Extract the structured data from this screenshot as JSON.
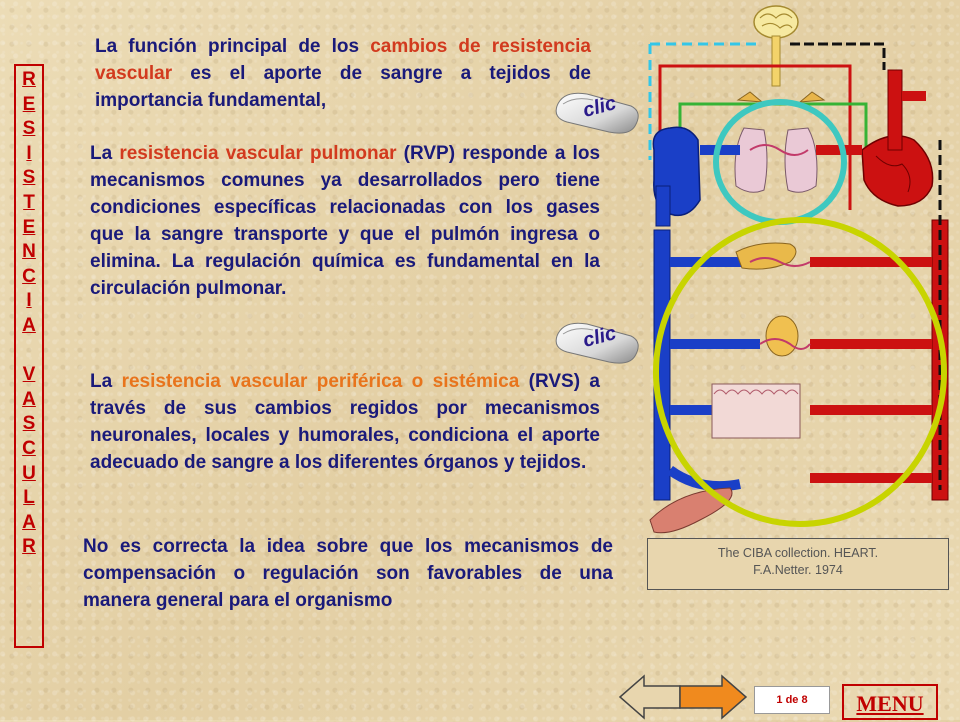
{
  "sidebar": {
    "letters": [
      "R",
      "E",
      "S",
      "I",
      "S",
      "T",
      "E",
      "N",
      "C",
      "I",
      "A",
      " ",
      "V",
      "A",
      "S",
      "C",
      "U",
      "L",
      "A",
      "R"
    ]
  },
  "paragraphs": {
    "p1": {
      "before": "La función principal de los ",
      "highlight": "cambios de resistencia vascular",
      "after": " es el aporte de sangre a tejidos de importancia fundamental,"
    },
    "p2": {
      "before": "La ",
      "highlight": "resistencia vascular pulmonar",
      "after": " (RVP) responde a los mecanismos comunes ya desarrollados pero tiene condiciones específicas relacionadas con los gases que la sangre transporte y que el pulmón ingresa o elimina. La regulación química es fundamental en la circulación pulmonar."
    },
    "p3": {
      "before": "La ",
      "highlight": "resistencia vascular periférica o sistémica",
      "after": " (RVS) a través de sus cambios regidos por mecanismos neuronales, locales y humorales, condiciona el aporte adecuado de sangre a los diferentes órganos y tejidos."
    },
    "p4": {
      "text": "No es correcta la idea sobre que los mecanismos de compensación o regulación son favorables de una manera general para el organismo"
    }
  },
  "clic_buttons": {
    "top": "clic",
    "bottom": "clic"
  },
  "credit": {
    "line1": "The CIBA collection. HEART.",
    "line2": "F.A.Netter. 1974"
  },
  "navigation": {
    "page_indicator": "1 de 8",
    "menu_label": "MENU"
  },
  "colors": {
    "title_red": "#c00000",
    "text_navy": "#1a1a7a",
    "highlight_red": "#d23a1e",
    "highlight_orange": "#e8741c",
    "vein_blue": "#1a3fc7",
    "artery_red": "#cc1111",
    "lung_circle": "#3ec8c0",
    "systemic_circle": "#c8d400"
  }
}
